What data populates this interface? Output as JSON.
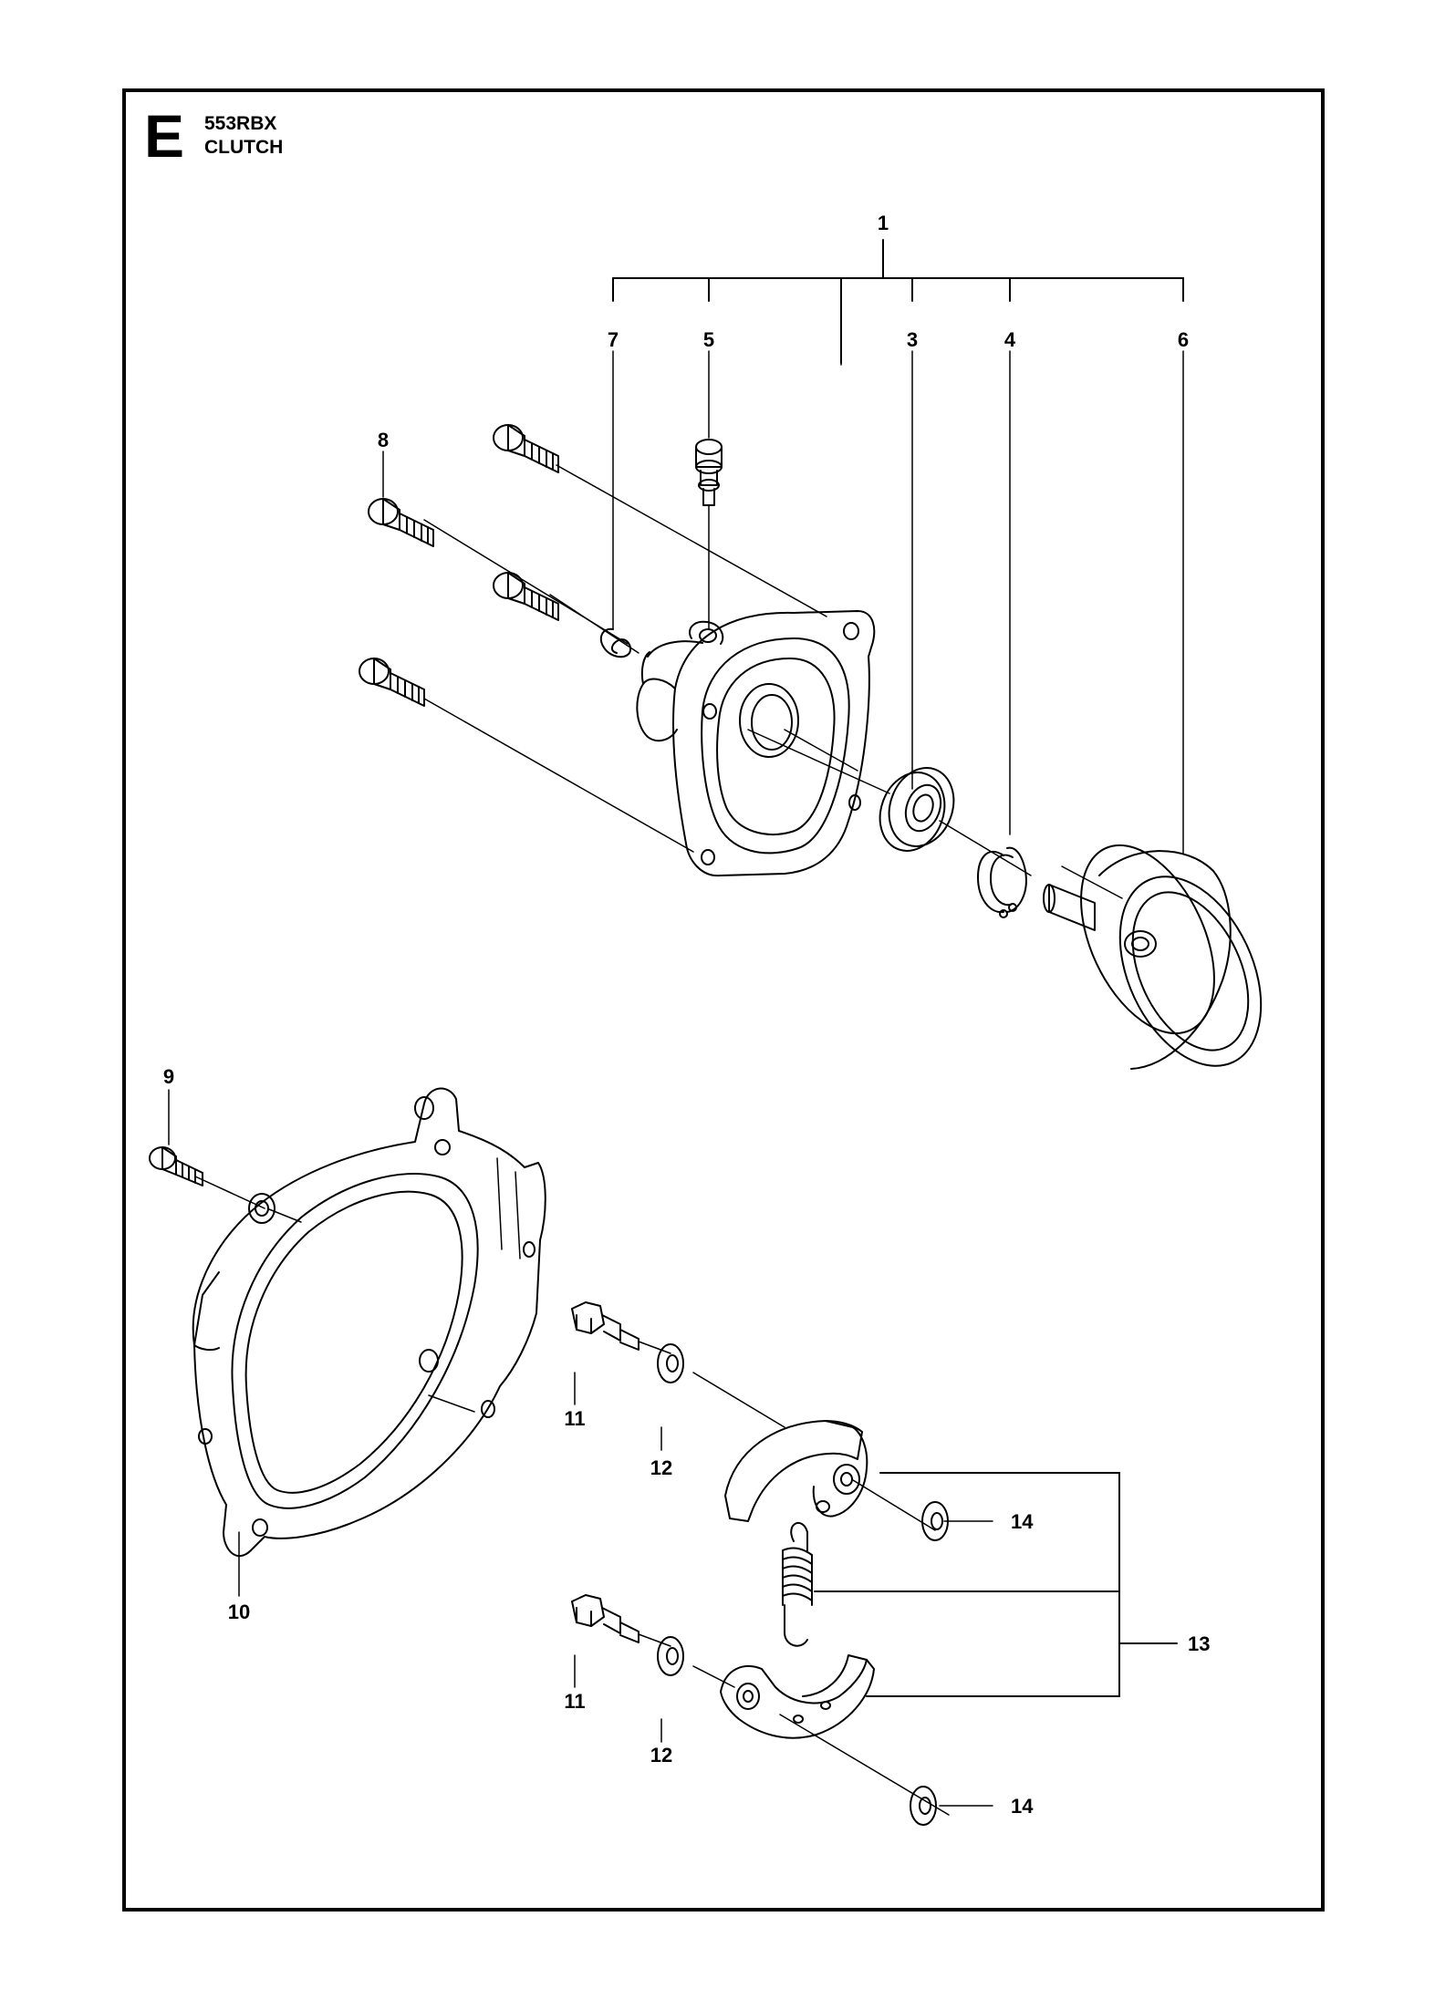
{
  "page": {
    "section_letter": "E",
    "model": "553RBX",
    "title": "CLUTCH"
  },
  "callouts": [
    {
      "id": "c1",
      "label": "1"
    },
    {
      "id": "c7",
      "label": "7"
    },
    {
      "id": "c5",
      "label": "5"
    },
    {
      "id": "c3",
      "label": "3"
    },
    {
      "id": "c4",
      "label": "4"
    },
    {
      "id": "c6",
      "label": "6"
    },
    {
      "id": "c8",
      "label": "8"
    },
    {
      "id": "c9",
      "label": "9"
    },
    {
      "id": "c10",
      "label": "10"
    },
    {
      "id": "c11a",
      "label": "11"
    },
    {
      "id": "c12a",
      "label": "12"
    },
    {
      "id": "c14a",
      "label": "14"
    },
    {
      "id": "c13",
      "label": "13"
    },
    {
      "id": "c11b",
      "label": "11"
    },
    {
      "id": "c12b",
      "label": "12"
    },
    {
      "id": "c14b",
      "label": "14"
    }
  ]
}
